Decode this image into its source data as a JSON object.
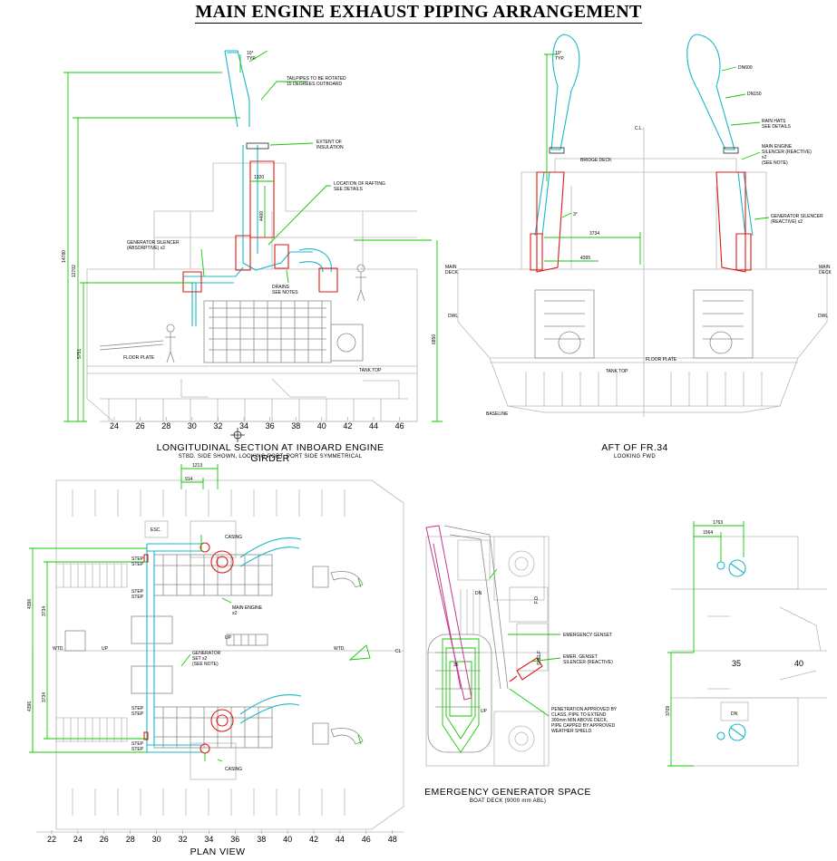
{
  "title": "MAIN ENGINE EXHAUST PIPING ARRANGEMENT",
  "colors": {
    "green": "#13c800",
    "cyan": "#17b8c8",
    "red": "#e01818",
    "magenta": "#c33a8a",
    "grey": "#b8b8b8"
  },
  "longitudinal": {
    "caption": "LONGITUDINAL SECTION AT INBOARD ENGINE GIRDER",
    "subcaption": "STBD. SIDE SHOWN, LOOKING PORT, PORT SIDE SYMMETRICAL",
    "frames": [
      "24",
      "26",
      "28",
      "30",
      "32",
      "34",
      "36",
      "38",
      "40",
      "42",
      "44",
      "46"
    ],
    "dims": {
      "d14780": "14780",
      "d12702": "12702",
      "d5751": "5751",
      "d6850": "6850",
      "d1320": "1320",
      "d4400": "4400",
      "angle": "10°\nTYP."
    },
    "notes": {
      "tailpipes": "TAILPIPES TO BE ROTATED\n15 DEGREES OUTBOARD",
      "insulation": "EXTENT OF\nINSULATION",
      "rafting": "LOCATION OF RAFTING\nSEE DETAILS",
      "gen_silencer": "GENERATOR SILENCER\n(ABSORPTIVE) x2",
      "drains": "DRAINS\nSEE NOTES",
      "floor_plate": "FLOOR PLATE",
      "tank_top": "TANK TOP"
    }
  },
  "aft": {
    "caption": "AFT OF FR.34",
    "subcaption": "LOOKING FWD",
    "dims": {
      "d3734": "3734",
      "d4395": "4395",
      "angle": "3°",
      "typ": "10°\nTYP."
    },
    "labels": {
      "cl": "C.L.",
      "bridge_deck": "BRIDGE DECK",
      "main_deck_l": "MAIN\nDECK",
      "main_deck_r": "MAIN\nDECK",
      "dwl_l": "DWL",
      "dwl_r": "DWL",
      "floor_plate": "FLOOR PLATE",
      "tank_top": "TANK TOP",
      "baseline": "BASELINE"
    },
    "notes": {
      "dn600": "DN600",
      "dn150": "DN150",
      "rain_hats": "RAIN HATS\nSEE DETAILS",
      "me_silencer": "MAIN ENGINE\nSILENCER (REACTIVE)\nx2\n(SEE NOTE)",
      "gen_silencer": "GENERATOR SILENCER\n(REACTIVE) x2"
    }
  },
  "plan": {
    "caption": "PLAN VIEW",
    "frames": [
      "22",
      "24",
      "26",
      "28",
      "30",
      "32",
      "34",
      "36",
      "38",
      "40",
      "42",
      "44",
      "46",
      "48"
    ],
    "dims": {
      "d1213": "1213",
      "d914": "914",
      "d4396a": "4396",
      "d3734a": "3734",
      "d4396b": "4396",
      "d3734b": "3734"
    },
    "labels": {
      "esc": "ESC.",
      "casing_top": "CASING",
      "casing_bottom": "CASING",
      "step1": "STEP\nSTEP",
      "step2": "STEP\nSTEP",
      "step3": "STEP\nSTEP",
      "step4": "STEP\nSTEP",
      "wtd_l": "WTD.",
      "wtd_r": "WTD.",
      "up1": "UP",
      "up2": "UP",
      "cl": "CL",
      "main_engine": "MAIN ENGINE\nx2",
      "generator": "GENERATOR\nSET x2\n(SEE NOTE)"
    }
  },
  "emergency": {
    "caption": "EMERGENCY GENERATOR SPACE",
    "subcaption": "BOAT DECK (9000 mm ABL)",
    "labels": {
      "dn": "DN",
      "up": "UP",
      "fo": "F.O.",
      "shelf": "SHELF",
      "frame": "35"
    },
    "notes": {
      "genset": "EMERGENCY GENSET",
      "silencer": "EMER. GENSET\nSILENCER (REACTIVE)",
      "penetration": "PENETRATION APPROVED BY\nCLASS, PIPE TO EXTEND\n300mm MIN ABOVE DECK,\nPIPE CAPPED BY APPROVED\nWEATHER SHIELD."
    }
  },
  "detail": {
    "dims": {
      "d1763": "1763",
      "d1564": "1564",
      "d3709": "3709"
    },
    "frames": [
      "35",
      "40"
    ],
    "labels": {
      "dn": "DN"
    }
  }
}
